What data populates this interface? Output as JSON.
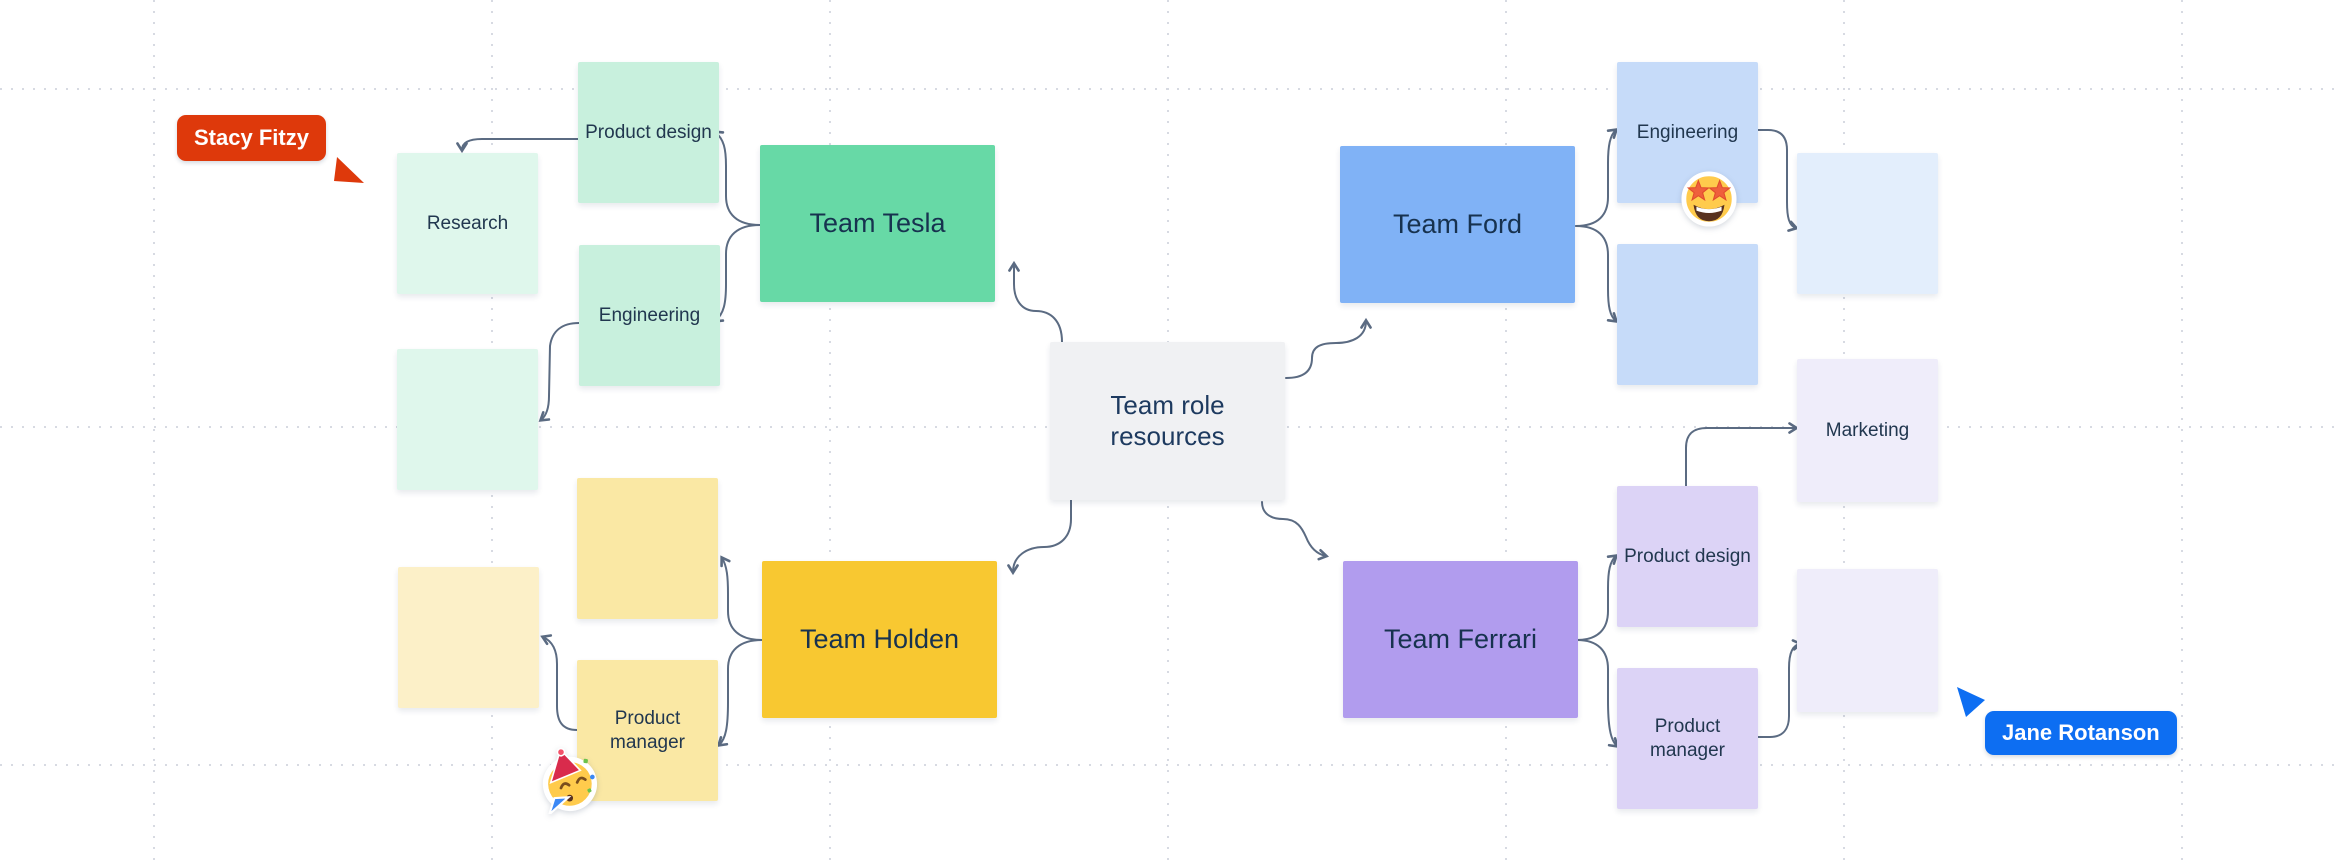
{
  "app": {
    "description": "Collaborative whiteboard canvas with team role mind map",
    "background_color": "#ffffff",
    "grid_dot_color": "#d7dae2",
    "connector_color": "#5b6b82",
    "text_color": "#21374f"
  },
  "center_node": {
    "label": "Team role resources",
    "color": "#f0f1f3"
  },
  "teams": {
    "tesla": {
      "label": "Team Tesla",
      "color": "#67d9a6"
    },
    "holden": {
      "label": "Team Holden",
      "color": "#f8c831"
    },
    "ford": {
      "label": "Team Ford",
      "color": "#80b2f6"
    },
    "ferrari": {
      "label": "Team Ferrari",
      "color": "#b19cee"
    }
  },
  "stickies": {
    "research": {
      "label": "Research",
      "color": "#dff7ec"
    },
    "mint_blank": {
      "label": "",
      "color": "#dff7ec"
    },
    "pale_yellow_blank": {
      "label": "",
      "color": "#fcf0c8"
    },
    "tesla_product_design": {
      "label": "Product design",
      "color": "#c8f0dd"
    },
    "tesla_engineering": {
      "label": "Engineering",
      "color": "#c8f0dd"
    },
    "holden_blank": {
      "label": "",
      "color": "#fae8a4"
    },
    "holden_product_manager": {
      "label": "Product manager",
      "color": "#fae8a4"
    },
    "ford_engineering": {
      "label": "Engineering",
      "color": "#c6dbf9"
    },
    "ford_blank": {
      "label": "",
      "color": "#c6dbf9"
    },
    "ford_right_blank": {
      "label": "",
      "color": "#e3eefc"
    },
    "marketing": {
      "label": "Marketing",
      "color": "#efedfa"
    },
    "ferrari_product_design": {
      "label": "Product design",
      "color": "#dcd3f6"
    },
    "ferrari_product_manager": {
      "label": "Product manager",
      "color": "#dcd3f6"
    },
    "ferrari_right_blank": {
      "label": "",
      "color": "#efedfa"
    }
  },
  "stickers": [
    {
      "name": "star-struck-emoji",
      "glyph": "🤩"
    },
    {
      "name": "partying-face-emoji",
      "glyph": "🥳"
    }
  ],
  "cursors": [
    {
      "name": "Stacy Fitzy",
      "color": "#de390b"
    },
    {
      "name": "Jane Rotanson",
      "color": "#0d6ef2"
    }
  ]
}
